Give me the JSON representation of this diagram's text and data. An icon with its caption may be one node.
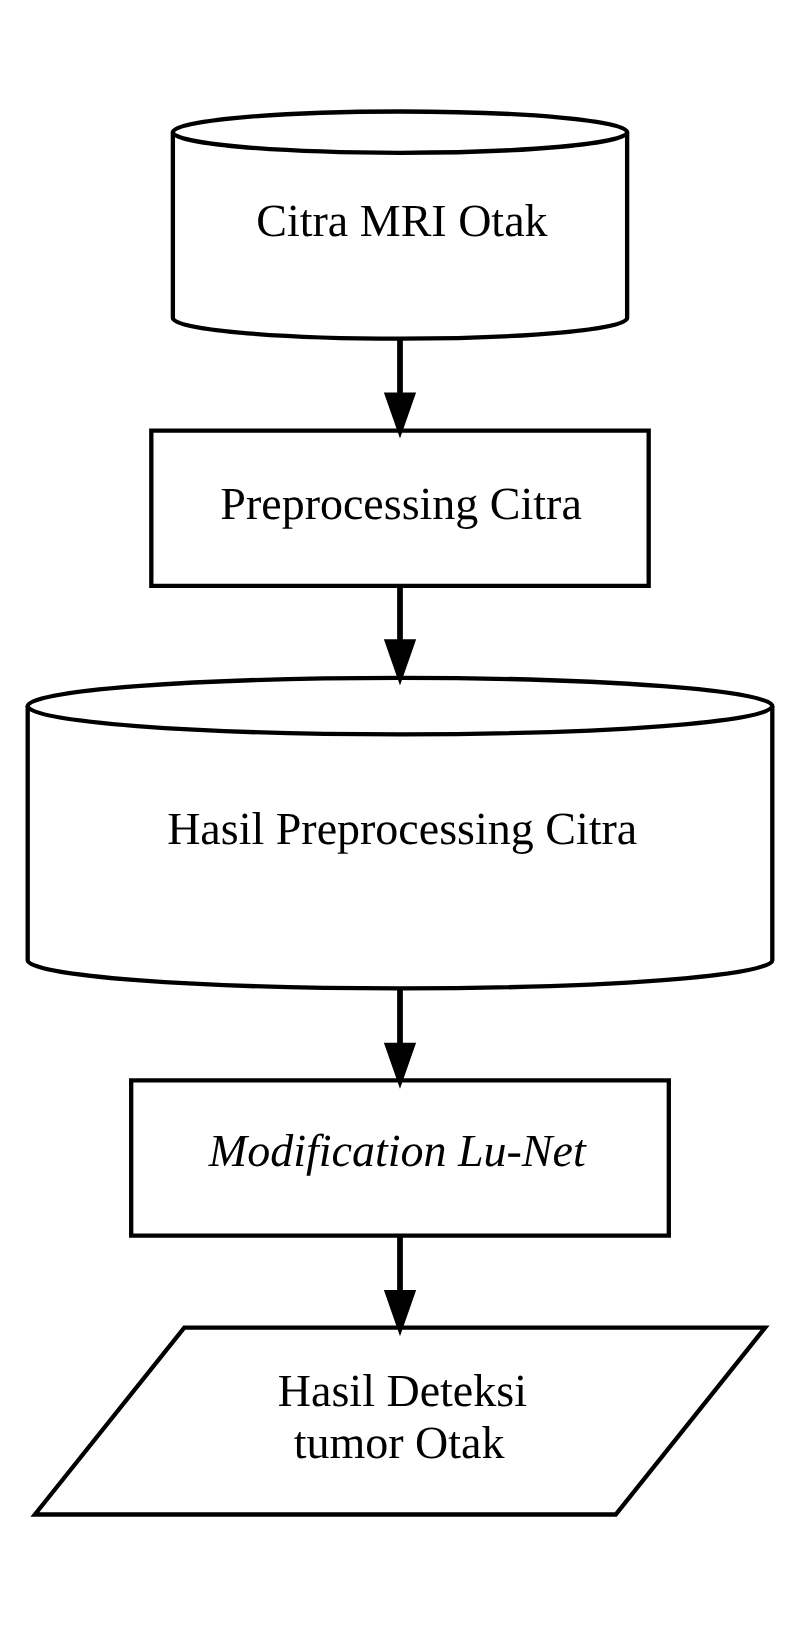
{
  "diagram": {
    "nodes": [
      {
        "text": [
          "Citra MRI Otak"
        ]
      },
      {
        "text": [
          "Preprocessing Citra"
        ]
      },
      {
        "text": [
          "Hasil Preprocessing Citra"
        ]
      },
      {
        "text": [
          "Modification Lu-Net"
        ]
      },
      {
        "text": [
          "Hasil Deteksi tumor Otak"
        ]
      }
    ],
    "edges": [
      {
        "from": 0,
        "to": 1,
        "arrow": "to"
      },
      {
        "from": 1,
        "to": 2,
        "arrow": "to"
      },
      {
        "from": 2,
        "to": 3,
        "arrow": "to"
      },
      {
        "from": 3,
        "to": 4,
        "arrow": "to"
      }
    ]
  }
}
